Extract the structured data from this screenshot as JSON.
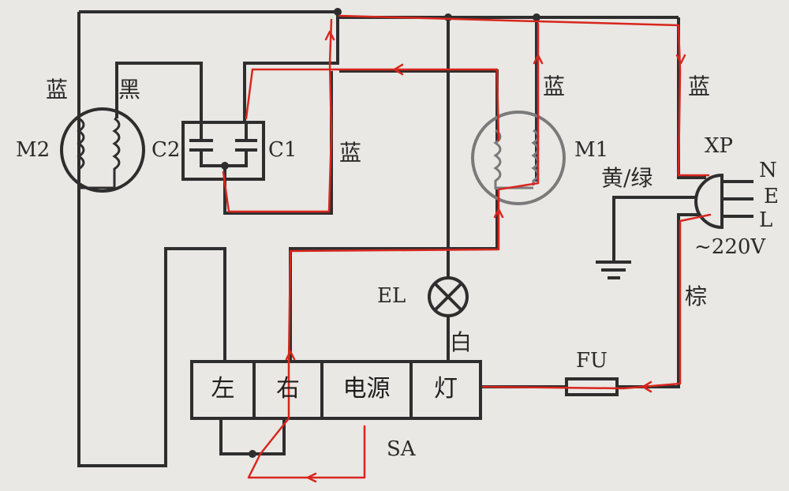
{
  "labels": {
    "m2_left_wire": "蓝",
    "m2_top_wire": "黑",
    "m2": "M2",
    "c2": "C2",
    "c1": "C1",
    "c1_wire": "蓝",
    "m1_wire": "蓝",
    "m1": "M1",
    "xp_wire": "蓝",
    "xp": "XP",
    "n": "N",
    "e": "E",
    "l": "L",
    "ground_wire": "黄/绿",
    "voltage": "~220V",
    "l_wire": "棕",
    "el": "EL",
    "el_wire": "白",
    "fu": "FU",
    "sa": "SA"
  },
  "switch": {
    "left": "左",
    "right": "右",
    "power": "电源",
    "lamp": "灯"
  },
  "colors": {
    "ink": "#2e2e2e",
    "trace": "#d8261e",
    "paper": "#e9e8e4",
    "motor_m1": "#7a7a7a"
  }
}
